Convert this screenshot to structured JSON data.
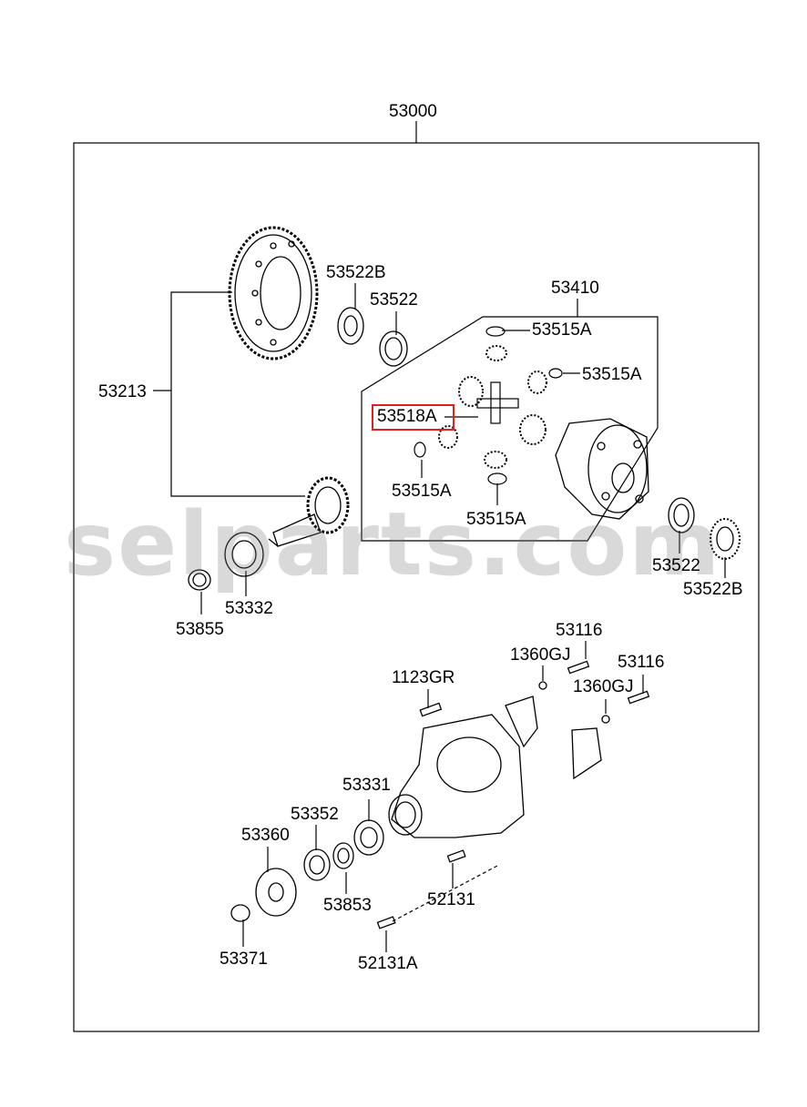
{
  "watermark": "selparts.com",
  "labels": {
    "assembly": "53000",
    "differential_case_assy": "53410",
    "gear_set": "53213",
    "bearing_b_top": "53522B",
    "bearing_top": "53522",
    "washer_1": "53515A",
    "washer_2": "53515A",
    "washer_3": "53515A",
    "washer_4": "53515A",
    "pinion_shaft": "53518A",
    "bearing_right": "53522",
    "bearing_b_right": "53522B",
    "bearing_pinion": "53332",
    "spacer": "53855",
    "bolt_1": "53116",
    "bolt_2": "53116",
    "washer_cap_1": "1360GJ",
    "washer_cap_2": "1360GJ",
    "plug": "1123GR",
    "bearing_front": "53331",
    "oil_seal": "53352",
    "companion_flange": "53360",
    "shim": "53853",
    "stud": "52131",
    "nut": "53371",
    "stud_a": "52131A"
  },
  "colors": {
    "highlight": "#e02020",
    "line": "#000000",
    "watermark": "#8a8a8a"
  }
}
